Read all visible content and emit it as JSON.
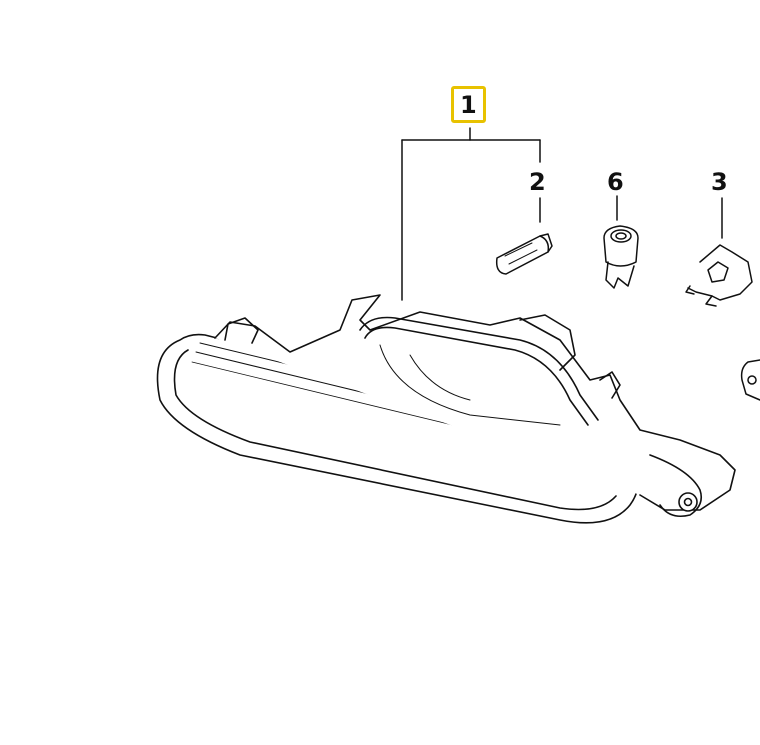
{
  "diagram": {
    "callouts": [
      {
        "id": "1",
        "label": "1",
        "highlighted": true
      },
      {
        "id": "2",
        "label": "2",
        "highlighted": false
      },
      {
        "id": "6",
        "label": "6",
        "highlighted": false
      },
      {
        "id": "3",
        "label": "3",
        "highlighted": false
      }
    ],
    "colors": {
      "highlight": "#e8c200",
      "line": "#111111"
    }
  }
}
